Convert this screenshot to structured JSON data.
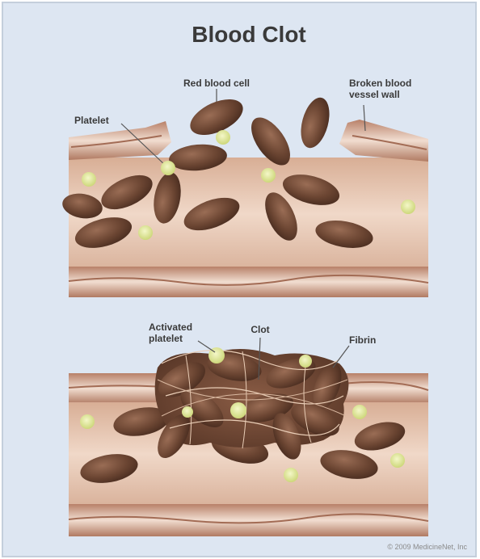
{
  "title": "Blood Clot",
  "labels": {
    "red_blood_cell": "Red blood cell",
    "broken_wall_line1": "Broken blood",
    "broken_wall_line2": "vessel wall",
    "platelet": "Platelet",
    "activated_line1": "Activated",
    "activated_line2": "platelet",
    "clot": "Clot",
    "fibrin": "Fibrin"
  },
  "copyright": "© 2009 MedicineNet, Inc",
  "colors": {
    "background": "#dde6f2",
    "cell": "#6b4532",
    "platelet": "#d7e08a",
    "vessel_wall": "#c99a82"
  }
}
